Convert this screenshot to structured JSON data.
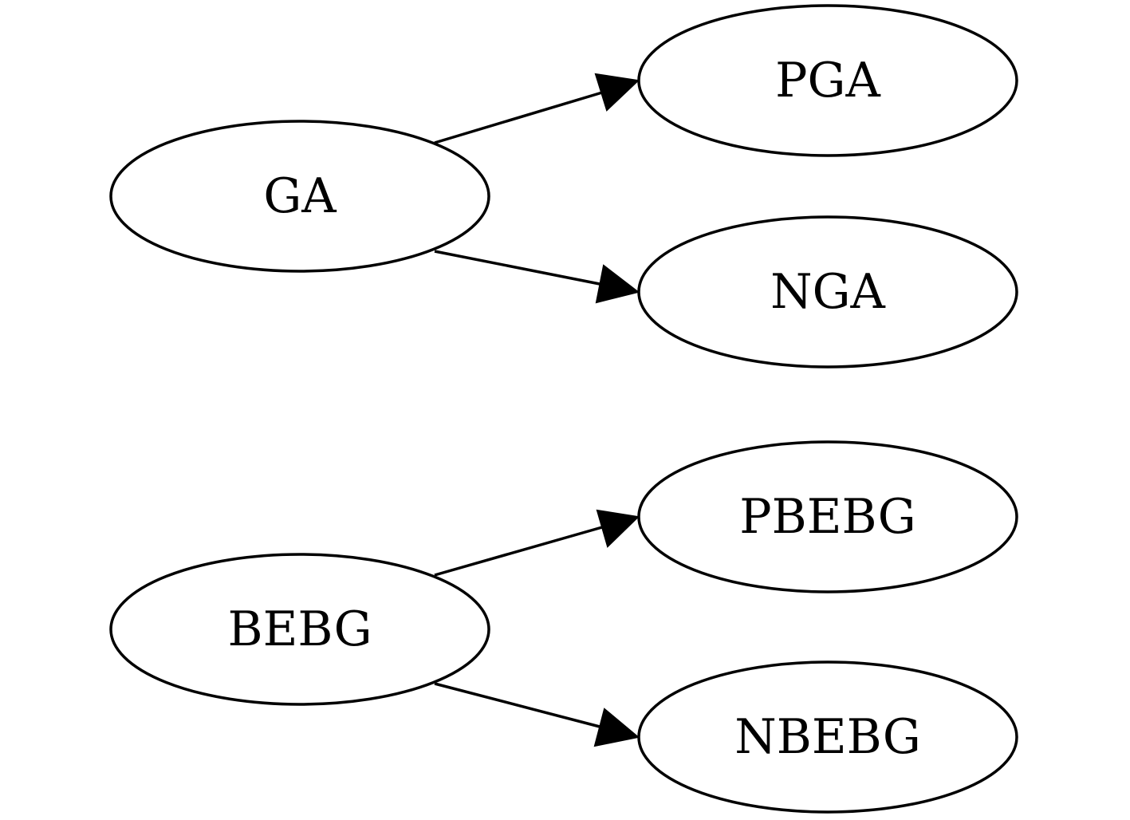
{
  "nodes": [
    {
      "id": "GA",
      "label": "GA"
    },
    {
      "id": "PGA",
      "label": "PGA"
    },
    {
      "id": "NGA",
      "label": "NGA"
    },
    {
      "id": "BEBG",
      "label": "BEBG"
    },
    {
      "id": "PBEBG",
      "label": "PBEBG"
    },
    {
      "id": "NBEBG",
      "label": "NBEBG"
    }
  ],
  "edges": [
    {
      "from": "GA",
      "to": "PGA"
    },
    {
      "from": "GA",
      "to": "NGA"
    },
    {
      "from": "BEBG",
      "to": "PBEBG"
    },
    {
      "from": "BEBG",
      "to": "NBEBG"
    }
  ]
}
